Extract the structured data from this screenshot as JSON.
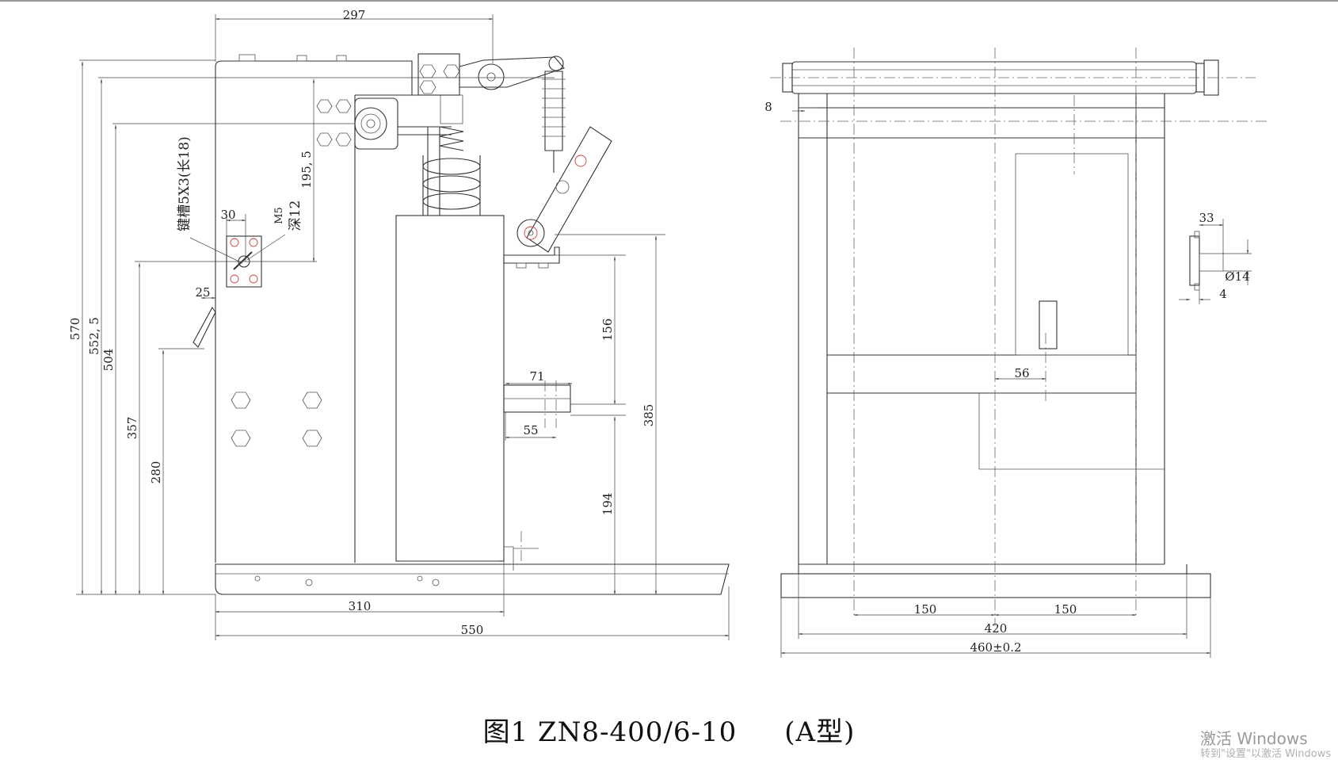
{
  "caption": {
    "figure": "图1 ZN8-400/6-10",
    "variant": "(A型)"
  },
  "watermark": {
    "line1": "激活 Windows",
    "line2": "转到\"设置\"以激活 Windows"
  },
  "side_view": {
    "dims": {
      "top_width": "297",
      "h570": "570",
      "h552": "552, 5",
      "h504": "504",
      "h357": "357",
      "h280": "280",
      "h195": "195, 5",
      "w30": "30",
      "w25": "25",
      "keyway": "键槽5X3(长18)",
      "thread_m5": "M5",
      "thread_depth": "深12",
      "h156": "156",
      "h385": "385",
      "h194": "194",
      "w71": "71",
      "w55": "55",
      "w310": "310",
      "w550": "550"
    }
  },
  "front_view": {
    "dims": {
      "w8": "8",
      "w33": "33",
      "d14": "Ø14",
      "w4": "4",
      "w56": "56",
      "w150a": "150",
      "w150b": "150",
      "w420": "420",
      "w460": "460±0.2"
    }
  },
  "colors": {
    "line": "#333333",
    "accent_red": "#cc4444",
    "background": "#ffffff"
  }
}
